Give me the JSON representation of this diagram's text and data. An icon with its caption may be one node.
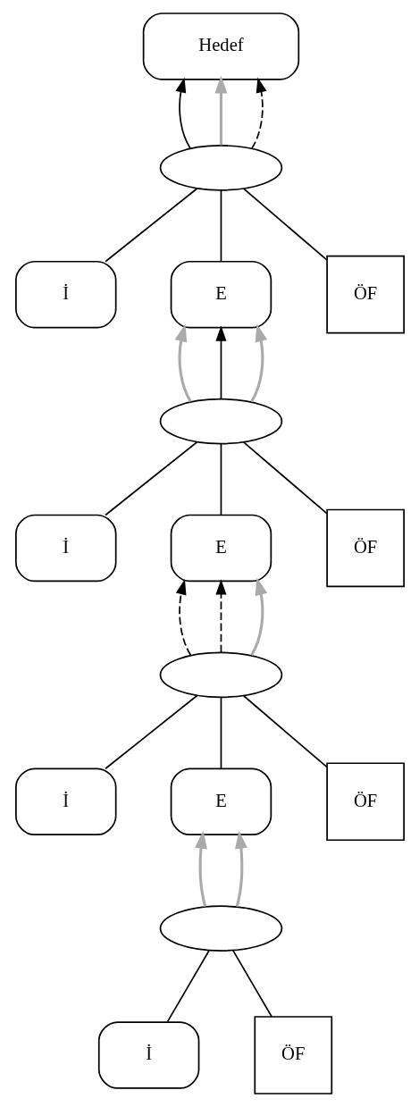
{
  "diagram": {
    "nodes": [
      {
        "text": [
          "Hedef"
        ]
      },
      {
        "text": [],
        "shape": "ellipse"
      },
      {
        "text": [
          "İ"
        ]
      },
      {
        "text": [
          "E"
        ]
      },
      {
        "text": [
          "ÖF"
        ]
      },
      {
        "text": [],
        "shape": "ellipse"
      },
      {
        "text": [
          "İ"
        ]
      },
      {
        "text": [
          "E"
        ]
      },
      {
        "text": [
          "ÖF"
        ]
      },
      {
        "text": [],
        "shape": "ellipse"
      },
      {
        "text": [
          "İ"
        ]
      },
      {
        "text": [
          "E"
        ]
      },
      {
        "text": [
          "ÖF"
        ]
      },
      {
        "text": [],
        "shape": "ellipse"
      },
      {
        "text": [
          "İ"
        ]
      },
      {
        "text": [
          "ÖF"
        ]
      }
    ],
    "edges": [
      {
        "from": 1,
        "to": 0,
        "arrow": "to"
      },
      {
        "from": 1,
        "to": 0,
        "arrow": "to",
        "color": "#aaaaaa"
      },
      {
        "from": 1,
        "to": 0,
        "arrow": "to",
        "style": "dashed"
      },
      {
        "from": 2,
        "to": 1,
        "arrow": "none"
      },
      {
        "from": 3,
        "to": 1,
        "arrow": "none"
      },
      {
        "from": 4,
        "to": 1,
        "arrow": "none"
      },
      {
        "from": 5,
        "to": 3,
        "arrow": "to",
        "color": "#aaaaaa"
      },
      {
        "from": 5,
        "to": 3,
        "arrow": "to"
      },
      {
        "from": 5,
        "to": 3,
        "arrow": "to",
        "color": "#aaaaaa"
      },
      {
        "from": 6,
        "to": 5,
        "arrow": "none"
      },
      {
        "from": 7,
        "to": 5,
        "arrow": "none"
      },
      {
        "from": 8,
        "to": 5,
        "arrow": "none"
      },
      {
        "from": 9,
        "to": 7,
        "arrow": "to",
        "style": "dashed"
      },
      {
        "from": 9,
        "to": 7,
        "arrow": "to",
        "style": "dashed"
      },
      {
        "from": 9,
        "to": 7,
        "arrow": "to",
        "color": "#aaaaaa"
      },
      {
        "from": 10,
        "to": 9,
        "arrow": "none"
      },
      {
        "from": 11,
        "to": 9,
        "arrow": "none"
      },
      {
        "from": 12,
        "to": 9,
        "arrow": "none"
      },
      {
        "from": 13,
        "to": 11,
        "arrow": "to",
        "color": "#aaaaaa"
      },
      {
        "from": 13,
        "to": 11,
        "arrow": "to",
        "color": "#aaaaaa"
      },
      {
        "from": 14,
        "to": 13,
        "arrow": "none"
      },
      {
        "from": 15,
        "to": 13,
        "arrow": "none"
      }
    ]
  }
}
